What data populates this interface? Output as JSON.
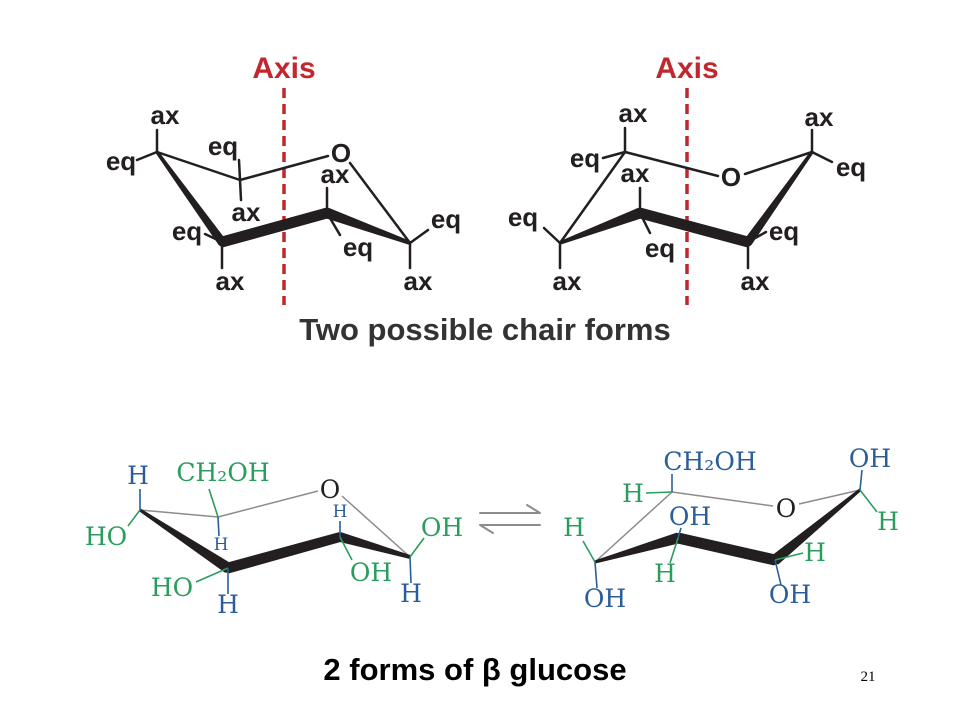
{
  "colors": {
    "axis_red": "#c1272d",
    "ink": "#231f20",
    "caption_gray": "#333333",
    "green_substituent": "#2a9d5c",
    "blue_substituent": "#2b5d9b",
    "rear_bond_gray": "#8c8c8c"
  },
  "top_panel": {
    "left_chair": {
      "axis_label": "Axis",
      "ring_oxygen": "O",
      "upper_left_carbon": {
        "axial": "ax",
        "equatorial": "eq"
      },
      "upper_middle_carbon": {
        "axial": "ax",
        "equatorial": "eq"
      },
      "lower_middle_carbon": {
        "axial": "ax",
        "equatorial": "eq"
      },
      "right_carbon": {
        "axial": "ax",
        "equatorial": "eq"
      },
      "lower_left_carbon": {
        "axial": "ax",
        "equatorial": "eq"
      }
    },
    "right_chair": {
      "axis_label": "Axis",
      "ring_oxygen": "O",
      "upper_left_carbon": {
        "axial": "ax",
        "equatorial": "eq"
      },
      "upper_right_carbon": {
        "axial": "ax",
        "equatorial": "eq"
      },
      "lower_right_carbon": {
        "axial": "ax",
        "equatorial": "eq"
      },
      "lower_middle_carbon": {
        "axial": "ax",
        "equatorial": "eq"
      },
      "lower_left_carbon": {
        "axial": "ax",
        "equatorial": "eq"
      }
    },
    "caption": "Two possible chair forms"
  },
  "bottom_panel": {
    "left_chair": {
      "ring_oxygen": "O",
      "c1": {
        "upper": "OH",
        "lower": "H"
      },
      "c2": {
        "upper": "H",
        "lower": "OH"
      },
      "c3": {
        "left": "HO",
        "lower": "H"
      },
      "c4": {
        "upper": "H",
        "left": "HO"
      },
      "c5": {
        "upper": "CH₂OH",
        "lower": "H"
      }
    },
    "right_chair": {
      "ring_oxygen": "O",
      "c1": {
        "upper": "OH",
        "right": "H"
      },
      "c2": {
        "right": "H",
        "lower": "OH"
      },
      "c3": {
        "upper": "OH",
        "lower": "H"
      },
      "c4": {
        "upper": "H",
        "lower": "OH"
      },
      "c5": {
        "upper": "CH₂OH",
        "left": "H"
      }
    },
    "caption": "2 forms of β glucose"
  },
  "page_number": "21"
}
